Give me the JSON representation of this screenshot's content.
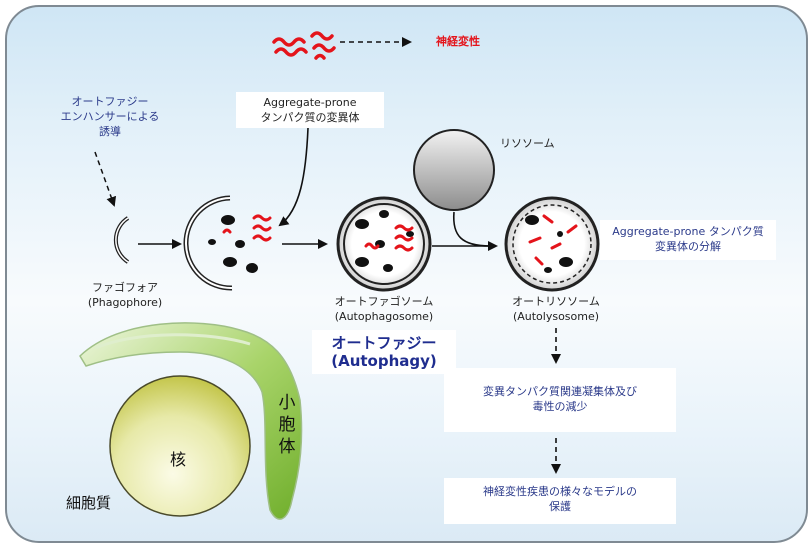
{
  "labels": {
    "neurodegeneration": "神経変性",
    "enhancer_induction": [
      "オートファジー",
      "エンハンサーによる",
      "誘導"
    ],
    "aggregate_protein": [
      "Aggregate-prone",
      "タンパク質の変異体"
    ],
    "lysosome": "リソソーム",
    "phagophore": [
      "ファゴフォア",
      "(Phagophore)"
    ],
    "autophagosome": [
      "オートファゴソーム",
      "(Autophagosome)"
    ],
    "autolysosome": [
      "オートリソソーム",
      "(Autolysosome)"
    ],
    "degradation": [
      "Aggregate-prone タンパク質",
      "変異体の分解"
    ],
    "autophagy_title": [
      "オートファジー",
      "(Autophagy)"
    ],
    "reduction": [
      "変異タンパク質関連凝集体及び",
      "毒性の減少"
    ],
    "models": [
      "神経変性疾患の様々なモデルの",
      "保護"
    ],
    "nucleus": "核",
    "cerebellum": [
      "小",
      "胞",
      "体"
    ],
    "cytoplasm": "細胞質"
  },
  "colors": {
    "protein": "#e4141b",
    "text_blue": "#2b3a8a",
    "title_blue": "#1f2d8f",
    "er_green": "#8cc63f",
    "nucleus_yellow": "#d4d96a"
  }
}
